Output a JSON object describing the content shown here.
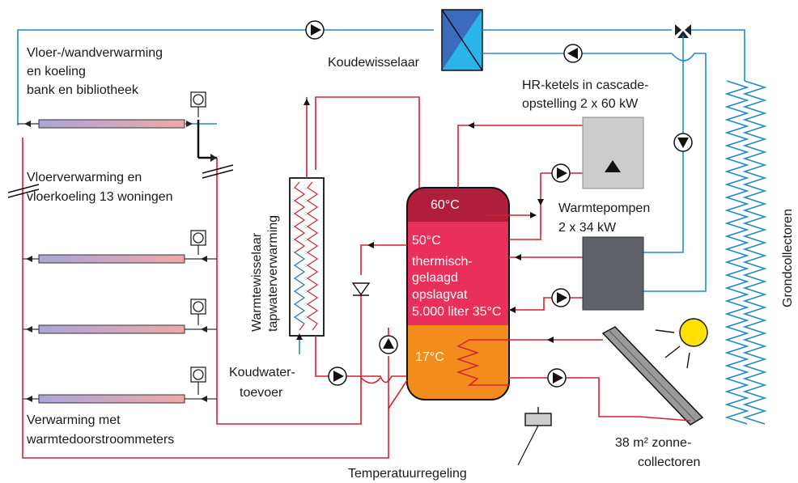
{
  "labels": {
    "floor_wall": [
      "Vloer-/wandverwarming",
      "en koeling",
      "bank en bibliotheek"
    ],
    "floor_heating": [
      "Vloerverwarming en",
      "vloerkoeling 13 woningen"
    ],
    "heating_meters": [
      "Verwarming met",
      "warmtedoorstroommeters"
    ],
    "tap_exchanger": [
      "Warmtewisselaar",
      "tapwaterverwarming"
    ],
    "cold_water": [
      "Koudwater-",
      "toevoer"
    ],
    "cold_exchanger": "Koudewisselaar",
    "boilers": [
      "HR-ketels in cascade-",
      "opstelling 2 x 60 kW"
    ],
    "heat_pumps": [
      "Warmtepompen",
      "2 x 34 kW"
    ],
    "ground_collectors": "Grondcollectoren",
    "solar": [
      "38 m² zonne-",
      "collectoren"
    ],
    "temp_control": "Temperatuurregeling"
  },
  "tank": {
    "zone_top": "60°C",
    "zone_mid": "50°C",
    "description": [
      "thermisch-",
      "gelaagd",
      "opslagvat",
      "5.000 liter 35°C"
    ],
    "zone_bottom": "17°C"
  },
  "colors": {
    "pipe_hot": "#d9202f",
    "pipe_cold": "#1f8ccc",
    "tank_top": "#b01e3c",
    "tank_mid": "#e8305a",
    "tank_bottom": "#f28c1c",
    "heat_pump": "#5f6369",
    "boiler": "#cccccc",
    "sun": "#ffe000"
  }
}
